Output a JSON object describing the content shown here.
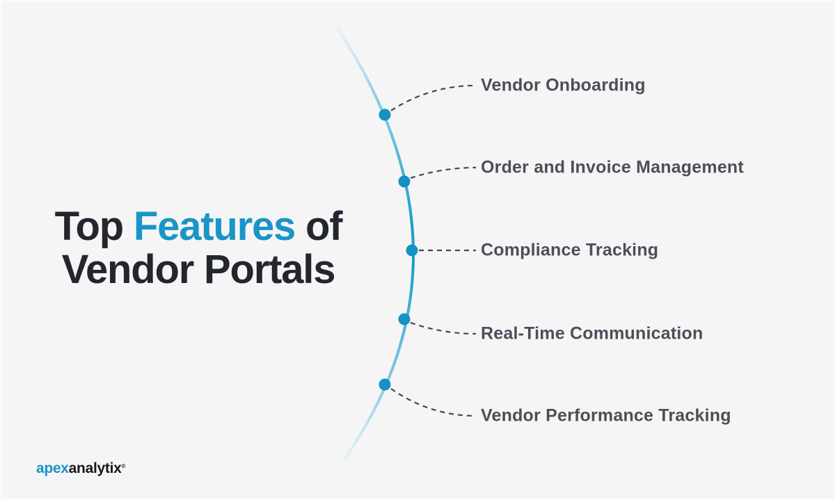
{
  "colors": {
    "background": "#f5f5f6",
    "accent_blue": "#1995c6",
    "title_dark": "#23262e",
    "label_gray": "#4b4f58",
    "dash_gray": "#42464d",
    "dot_blue": "#1392c3",
    "curve_mid": "#1d9dcb",
    "curve_tip": "#d9eef7"
  },
  "title": {
    "line1_prefix": "Top ",
    "line1_highlight": "Features",
    "line1_suffix": " of",
    "line2": "Vendor Portals"
  },
  "features": [
    {
      "label": "Vendor Onboarding"
    },
    {
      "label": "Order and Invoice Management"
    },
    {
      "label": "Compliance Tracking"
    },
    {
      "label": "Real-Time Communication"
    },
    {
      "label": "Vendor Performance Tracking"
    }
  ],
  "logo": {
    "prefix": "apex",
    "suffix": "analytix",
    "mark": "®"
  }
}
